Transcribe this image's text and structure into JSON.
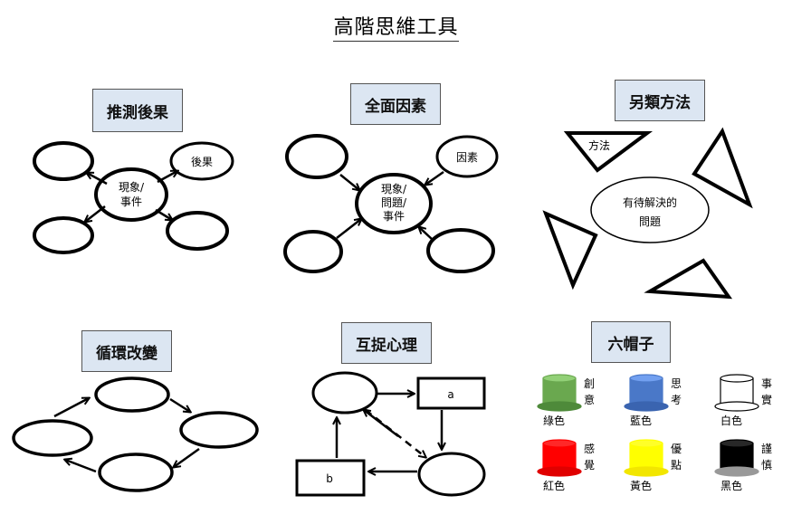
{
  "page_title": "高階思維工具",
  "panels": {
    "consequences": {
      "label": "推測後果",
      "center_line1": "現象/",
      "center_line2": "事件",
      "node_text": "後果"
    },
    "factors": {
      "label": "全面因素",
      "center_line1": "現象/",
      "center_line2": "問題/",
      "center_line3": "事件",
      "node_text": "因素"
    },
    "alternatives": {
      "label": "另類方法",
      "center_line1": "有待解決的",
      "center_line2": "問題",
      "triangle_text": "方法"
    },
    "cycle": {
      "label": "循環改變"
    },
    "interaction": {
      "label": "互捉心理",
      "box_a": "a",
      "box_b": "b"
    },
    "six_hats": {
      "label": "六帽子",
      "hats": [
        {
          "name": "綠色",
          "side1": "創",
          "side2": "意",
          "color": "#6aa84f",
          "brim": "#4e8a3a"
        },
        {
          "name": "藍色",
          "side1": "思",
          "side2": "考",
          "color": "#4a78c8",
          "brim": "#3a64b0"
        },
        {
          "name": "白色",
          "side1": "事",
          "side2": "實",
          "color": "#ffffff",
          "brim": "#ffffff"
        },
        {
          "name": "紅色",
          "side1": "感",
          "side2": "覺",
          "color": "#ff0000",
          "brim": "#e00000"
        },
        {
          "name": "黃色",
          "side1": "優",
          "side2": "點",
          "color": "#ffff00",
          "brim": "#f2e600"
        },
        {
          "name": "黑色",
          "side1": "謹",
          "side2": "慎",
          "color": "#000000",
          "brim": "#999999"
        }
      ]
    }
  }
}
